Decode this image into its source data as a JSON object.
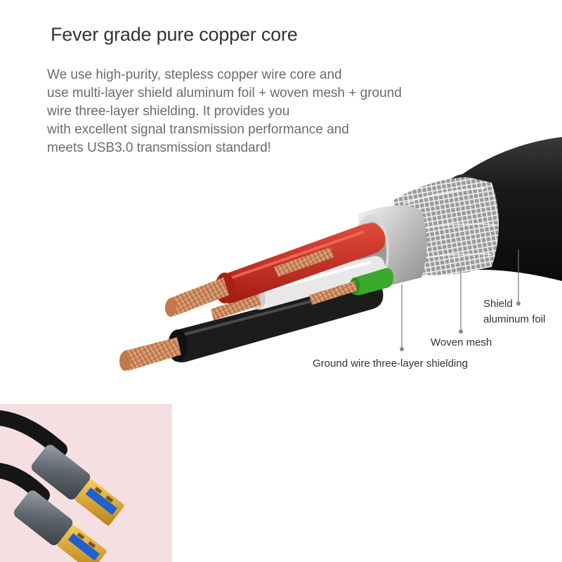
{
  "title": "Fever grade pure copper core",
  "description": {
    "lines": [
      "We use high-purity, stepless copper wire core and",
      "use multi-layer shield aluminum foil + woven mesh + ground",
      "wire three-layer shielding. It provides you",
      "with excellent signal transmission performance and",
      "meets USB3.0 transmission standard!"
    ]
  },
  "callouts": {
    "shield_line1": "Shield",
    "shield_line2": "aluminum foil",
    "woven_mesh": "Woven mesh",
    "ground_wire": "Ground wire three-layer shielding"
  },
  "colors": {
    "title_text": "#333333",
    "body_text": "#6b6b6b",
    "inset_background": "#f6dfe2",
    "wire_red": "#c8281e",
    "wire_green": "#3aa82a",
    "wire_white": "#e8e8e8",
    "wire_black": "#1c1c1c",
    "copper": "#d08a5c",
    "connector_gold": "#e0a830",
    "connector_blue": "#1f5fd0"
  },
  "icons": {
    "cable_illustration": "usb-cable-cross-section",
    "product_photo": "usb-a-to-usb-a-connectors"
  }
}
